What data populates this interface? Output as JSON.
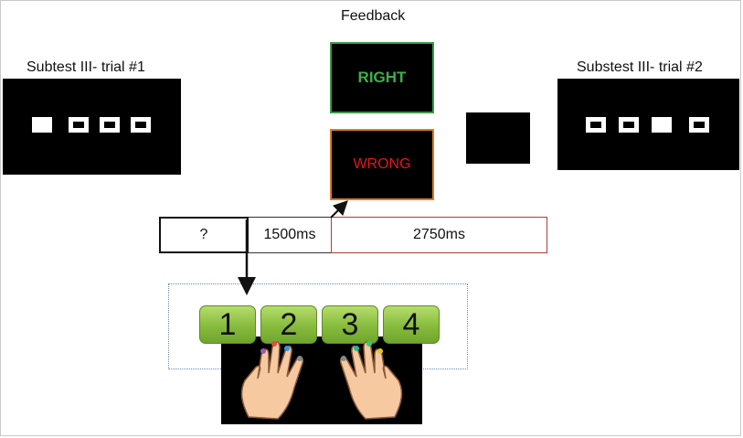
{
  "feedback_title": "Feedback",
  "trial1": {
    "label": "Subtest III-  trial #1",
    "squares": [
      "solid",
      "hollow",
      "hollow",
      "hollow"
    ]
  },
  "trial2": {
    "label": "Substest III- trial #2",
    "squares": [
      "hollow",
      "hollow",
      "solid",
      "hollow"
    ]
  },
  "feedback": {
    "right": "RIGHT",
    "wrong": "WRONG"
  },
  "timeline": {
    "response": "?",
    "feedback_duration": "1500ms",
    "interval_duration": "2750ms"
  },
  "keys": [
    "1",
    "2",
    "3",
    "4"
  ],
  "colors": {
    "right": "#3fae49",
    "wrong": "#e8141c",
    "key_green": "#86bb3d"
  }
}
